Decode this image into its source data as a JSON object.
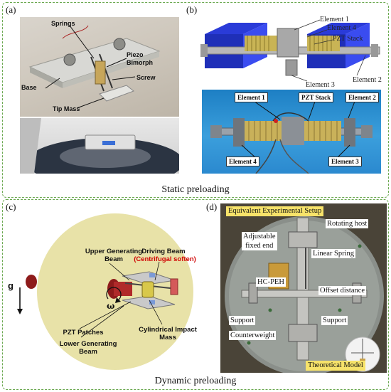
{
  "static_section": {
    "caption": "Static preloading",
    "panel_a": {
      "label": "(a)",
      "callouts": {
        "springs": "Springs",
        "piezo_bimorph": "Piezo\nBimorph",
        "screw": "Screw",
        "base": "Base",
        "tip_mass": "Tip Mass"
      }
    },
    "panel_b": {
      "label": "(b)",
      "cad_callouts": {
        "element1": "Element 1",
        "element4": "Element 4",
        "pzt_stack": "PZT Stack",
        "element2": "Element 2",
        "element3": "Element 3"
      },
      "photo_callouts": {
        "element1": "Element 1",
        "pzt_stack": "PZT Stack",
        "element2": "Element 2",
        "element4": "Element 4",
        "element3": "Element 3"
      }
    }
  },
  "dynamic_section": {
    "caption": "Dynamic preloading",
    "panel_c": {
      "label": "(c)",
      "callouts": {
        "upper_generating_beam": "Upper Generating\nBeam",
        "driving_beam": "Driving Beam",
        "centrifugal_soften": "(Centrifugal soften)",
        "gravity": "g",
        "omega": "ω",
        "pzt_patches": "PZT Patches",
        "cylindrical_impact_mass": "Cylindrical Impact\nMass",
        "lower_generating_beam": "Lower Generating\nBeam"
      },
      "colors": {
        "disk": "#e8e2a8",
        "accent_red": "#d00000",
        "mass": "#8e1b1b"
      }
    },
    "panel_d": {
      "label": "(d)",
      "title": "Equivalent Experimental Setup",
      "callouts": {
        "rotating_host": "Rotating host",
        "adjustable_fixed_end": "Adjustable\nfixed end",
        "linear_spring": "Linear Spring",
        "hc_peh": "HC-PEH",
        "offset_distance": "Offset distance",
        "support_left": "Support",
        "support_right": "Support",
        "counterweight": "Counterweight",
        "theoretical_model": "Theoretical Model"
      },
      "colors": {
        "title_bg": "#f7e36a"
      }
    }
  }
}
